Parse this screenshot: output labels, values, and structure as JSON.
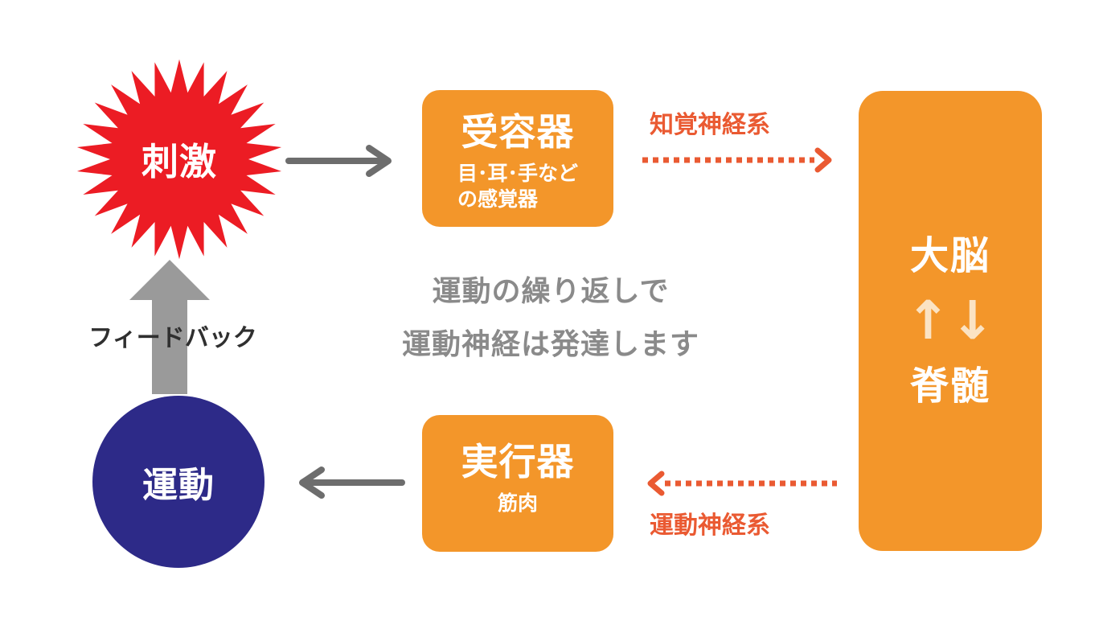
{
  "stimulus": {
    "label": "刺激",
    "color": "#ec1c24"
  },
  "receptor": {
    "title": "受容器",
    "sub_line1": "目･耳･手など",
    "sub_line2": "の感覚器",
    "color": "#f3962a"
  },
  "sensory_nerve": {
    "label": "知覚神経系",
    "color": "#ea5a32"
  },
  "brain_box": {
    "top": "大脳",
    "arrows": "↑↓",
    "bottom": "脊髄",
    "color": "#f3962a"
  },
  "effector": {
    "title": "実行器",
    "sub": "筋肉",
    "color": "#f3962a"
  },
  "motor_nerve": {
    "label": "運動神経系",
    "color": "#ea5a32"
  },
  "movement": {
    "label": "運動",
    "color": "#2d2a88"
  },
  "feedback": {
    "label": "フィードバック"
  },
  "message": {
    "line1": "運動の繰り返しで",
    "line2": "運動神経は発達します"
  }
}
